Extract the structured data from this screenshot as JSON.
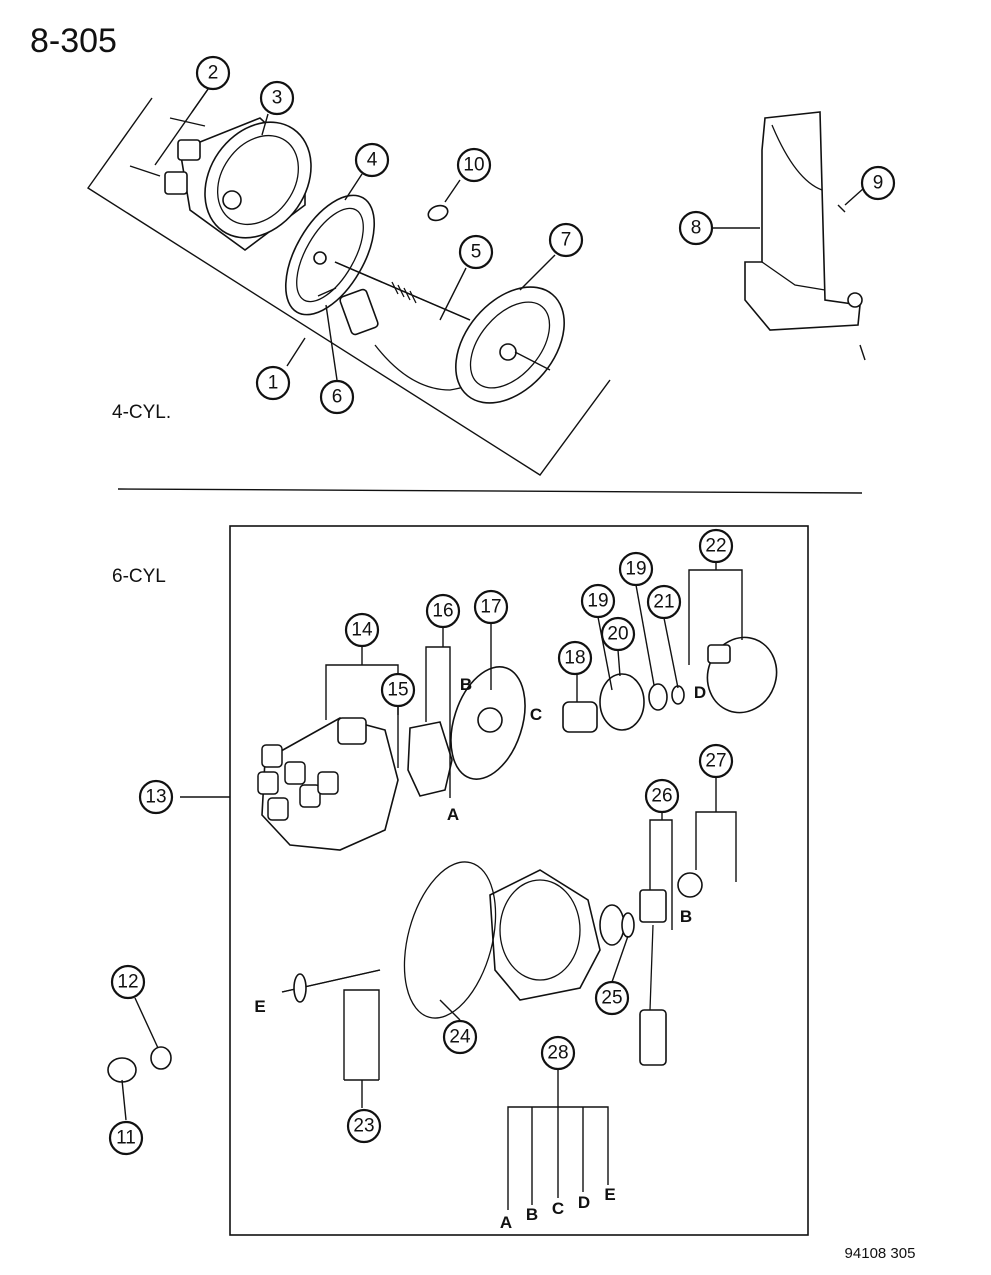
{
  "page_ref": "8-305",
  "figure_number": "94108  305",
  "section_4cyl": "4-CYL.",
  "section_6cyl": "6-CYL",
  "callouts": [
    "1",
    "2",
    "3",
    "4",
    "5",
    "6",
    "7",
    "8",
    "9",
    "10",
    "11",
    "12",
    "13",
    "14",
    "15",
    "16",
    "17",
    "18",
    "19",
    "19",
    "20",
    "21",
    "22",
    "23",
    "24",
    "25",
    "26",
    "27",
    "28"
  ],
  "letters": [
    "A",
    "B",
    "C",
    "D",
    "E",
    "B",
    "B",
    "D",
    "A",
    "C",
    "E"
  ]
}
